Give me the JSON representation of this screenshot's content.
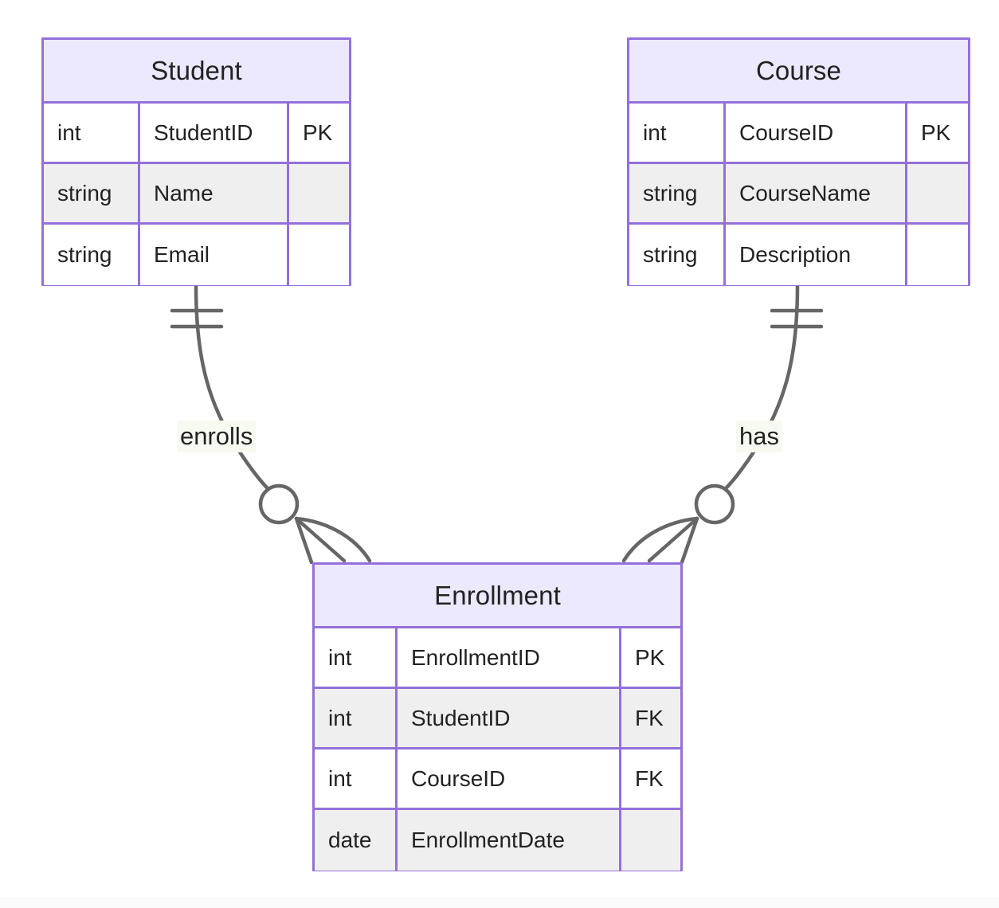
{
  "diagram": {
    "type": "entity-relationship-diagram",
    "notation": "crows-foot",
    "background": "#ffffff",
    "colors": {
      "entity_border": "#9370db",
      "entity_header_fill": "#ece8fd",
      "row_fill_odd": "#ffffff",
      "row_fill_even": "#efefef",
      "edge_stroke": "#666666",
      "text": "#222222",
      "label_background": "#f7faf0"
    },
    "entities": [
      {
        "id": "student",
        "name": "Student",
        "attributes": [
          {
            "type": "int",
            "name": "StudentID",
            "key": "PK"
          },
          {
            "type": "string",
            "name": "Name",
            "key": ""
          },
          {
            "type": "string",
            "name": "Email",
            "key": ""
          }
        ]
      },
      {
        "id": "course",
        "name": "Course",
        "attributes": [
          {
            "type": "int",
            "name": "CourseID",
            "key": "PK"
          },
          {
            "type": "string",
            "name": "CourseName",
            "key": ""
          },
          {
            "type": "string",
            "name": "Description",
            "key": ""
          }
        ]
      },
      {
        "id": "enrollment",
        "name": "Enrollment",
        "attributes": [
          {
            "type": "int",
            "name": "EnrollmentID",
            "key": "PK"
          },
          {
            "type": "int",
            "name": "StudentID",
            "key": "FK"
          },
          {
            "type": "int",
            "name": "CourseID",
            "key": "FK"
          },
          {
            "type": "date",
            "name": "EnrollmentDate",
            "key": ""
          }
        ]
      }
    ],
    "relationships": [
      {
        "id": "student-enrollment",
        "label": "enrolls",
        "from": "Student",
        "to": "Enrollment",
        "from_cardinality": "exactly-one",
        "to_cardinality": "zero-or-more"
      },
      {
        "id": "course-enrollment",
        "label": "has",
        "from": "Course",
        "to": "Enrollment",
        "from_cardinality": "exactly-one",
        "to_cardinality": "zero-or-more"
      }
    ]
  }
}
